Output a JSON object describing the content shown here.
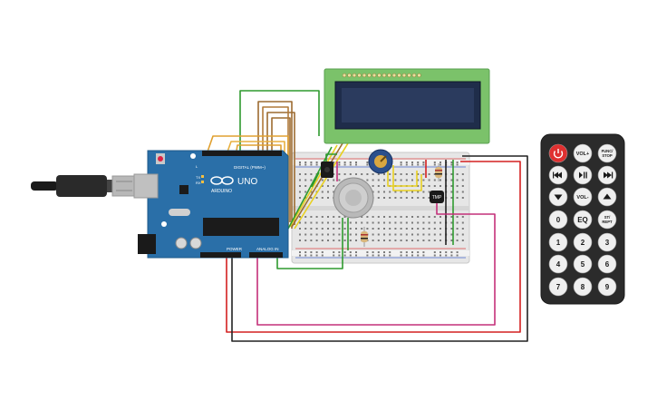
{
  "arduino": {
    "model": "UNO",
    "brand": "ARDUINO",
    "digital_label": "DIGITAL (PWM~)",
    "analog_label": "ANALOG IN",
    "power_label": "POWER",
    "tx_label": "TX",
    "rx_label": "RX",
    "l_label": "L"
  },
  "sensor_label": "TMP",
  "remote": {
    "buttons": [
      {
        "label": "",
        "icon": "power-icon"
      },
      {
        "label": "VOL+",
        "icon": ""
      },
      {
        "label": "FUNC/\nSTOP",
        "icon": ""
      },
      {
        "label": "",
        "icon": "rewind-icon"
      },
      {
        "label": "",
        "icon": "play-pause-icon"
      },
      {
        "label": "",
        "icon": "fast-forward-icon"
      },
      {
        "label": "",
        "icon": "down-icon"
      },
      {
        "label": "VOL-",
        "icon": ""
      },
      {
        "label": "",
        "icon": "up-icon"
      },
      {
        "label": "0",
        "icon": ""
      },
      {
        "label": "EQ",
        "icon": ""
      },
      {
        "label": "ST/\nREPT",
        "icon": ""
      },
      {
        "label": "1",
        "icon": ""
      },
      {
        "label": "2",
        "icon": ""
      },
      {
        "label": "3",
        "icon": ""
      },
      {
        "label": "4",
        "icon": ""
      },
      {
        "label": "5",
        "icon": ""
      },
      {
        "label": "6",
        "icon": ""
      },
      {
        "label": "7",
        "icon": ""
      },
      {
        "label": "8",
        "icon": ""
      },
      {
        "label": "9",
        "icon": ""
      }
    ]
  },
  "colors": {
    "arduino_board": "#2a6fa8",
    "lcd_pcb": "#7bc26a",
    "lcd_screen": "#1f2d4a",
    "breadboard": "#e8e8e8",
    "remote_body": "#2b2b2b",
    "wire_red": "#d42020",
    "wire_black": "#222222",
    "wire_green": "#2f9a2f",
    "wire_magenta": "#c4307a",
    "wire_orange": "#e0a030",
    "wire_brown": "#9c6b30",
    "wire_yellow": "#e8d020"
  }
}
